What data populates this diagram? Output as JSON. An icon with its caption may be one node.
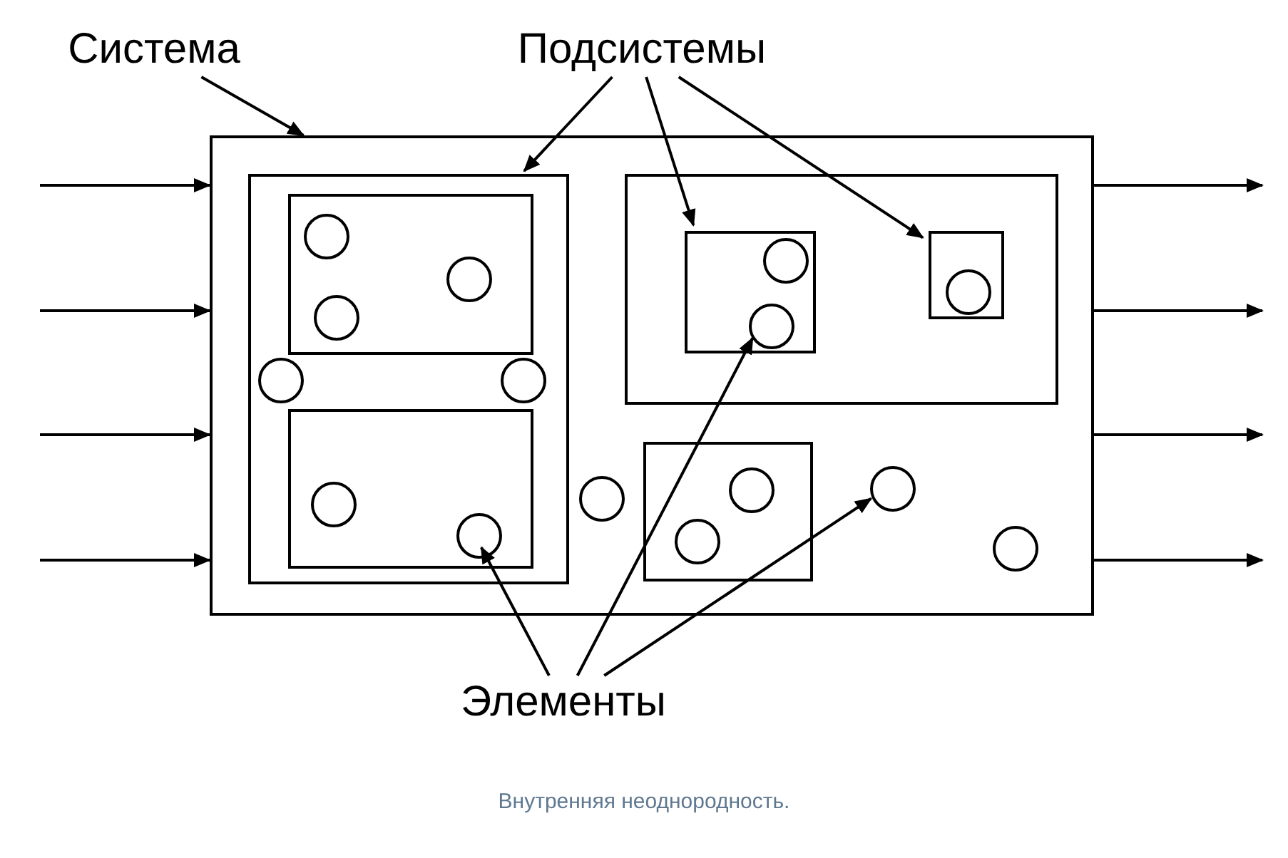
{
  "diagram": {
    "caption": "Внутренняя неоднородность.",
    "nodes": [
      {
        "text": [
          "Система"
        ]
      },
      {
        "text": [
          "Подсистемы"
        ]
      },
      {
        "text": [],
        "shape": "box"
      },
      {
        "text": [],
        "shape": "box",
        "in": 2
      },
      {
        "text": [],
        "shape": "box",
        "in": 3
      },
      {
        "text": [],
        "shape": "circle",
        "in": 4
      },
      {
        "text": [],
        "shape": "circle",
        "in": 4
      },
      {
        "text": [],
        "shape": "circle",
        "in": 4
      },
      {
        "text": [],
        "shape": "circle",
        "in": 3
      },
      {
        "text": [],
        "shape": "circle",
        "in": 3
      },
      {
        "text": [],
        "shape": "box",
        "in": 3
      },
      {
        "text": [],
        "shape": "circle",
        "in": 10
      },
      {
        "text": [],
        "shape": "circle",
        "in": 10
      },
      {
        "text": [],
        "shape": "box",
        "in": 2
      },
      {
        "text": [],
        "shape": "box",
        "in": 13
      },
      {
        "text": [],
        "shape": "circle",
        "in": 14
      },
      {
        "text": [],
        "shape": "circle",
        "in": 14
      },
      {
        "text": [],
        "shape": "box",
        "in": 13
      },
      {
        "text": [],
        "shape": "circle",
        "in": 17
      },
      {
        "text": [],
        "shape": "box",
        "in": 2
      },
      {
        "text": [],
        "shape": "circle",
        "in": 19
      },
      {
        "text": [],
        "shape": "circle",
        "in": 19
      },
      {
        "text": [],
        "shape": "circle",
        "in": 2
      },
      {
        "text": [],
        "shape": "circle",
        "in": 2
      },
      {
        "text": [],
        "shape": "circle",
        "in": 2
      },
      {
        "text": [
          "Элементы"
        ]
      }
    ],
    "edges": [
      {
        "from": 0,
        "to": 2,
        "arrow": "to"
      },
      {
        "from": 1,
        "to": 3,
        "arrow": "to"
      },
      {
        "from": 1,
        "to": 14,
        "arrow": "to"
      },
      {
        "from": 1,
        "to": 17,
        "arrow": "to"
      },
      {
        "from": 25,
        "to": 12,
        "arrow": "to"
      },
      {
        "from": 25,
        "to": 16,
        "arrow": "to"
      },
      {
        "from": 25,
        "to": 23,
        "arrow": "to"
      },
      {
        "from": null,
        "to": 2,
        "arrow": "to"
      },
      {
        "from": null,
        "to": 2,
        "arrow": "to"
      },
      {
        "from": null,
        "to": 2,
        "arrow": "to"
      },
      {
        "from": null,
        "to": 2,
        "arrow": "to"
      },
      {
        "from": 2,
        "to": null,
        "arrow": "to"
      },
      {
        "from": 2,
        "to": null,
        "arrow": "to"
      },
      {
        "from": 2,
        "to": null,
        "arrow": "to"
      },
      {
        "from": 2,
        "to": null,
        "arrow": "to"
      }
    ]
  }
}
